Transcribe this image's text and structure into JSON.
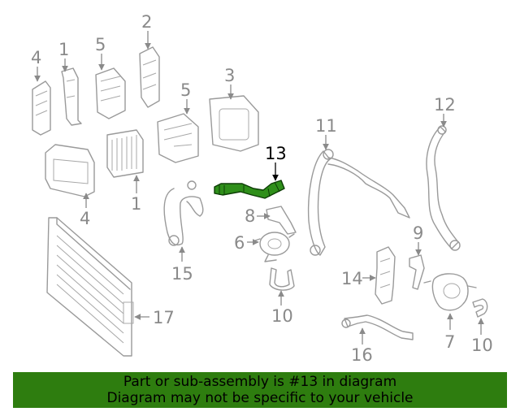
{
  "diagram": {
    "highlighted_part": "13",
    "highlight_color": "#2f8f1a",
    "callouts": [
      "1",
      "1",
      "2",
      "3",
      "4",
      "4",
      "5",
      "5",
      "6",
      "7",
      "8",
      "9",
      "10",
      "10",
      "11",
      "12",
      "13",
      "14",
      "15",
      "16",
      "17"
    ]
  },
  "banner": {
    "line1": "Part or sub-assembly is #13 in diagram",
    "line2": "Diagram may not be specific to your vehicle",
    "background": "#2e7d0f"
  }
}
